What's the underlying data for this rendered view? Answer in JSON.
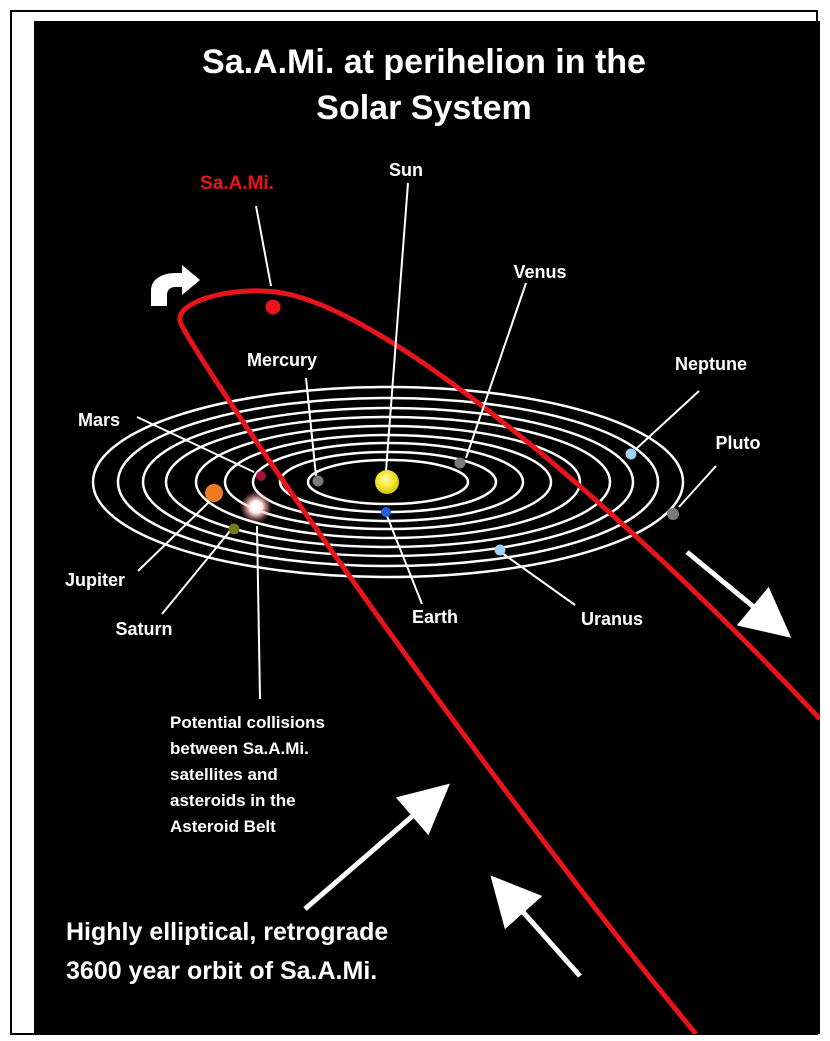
{
  "title": {
    "line1": "Sa.A.Mi. at perihelion in the",
    "line2": "Solar System"
  },
  "labels": {
    "samiName": "Sa.A.Mi.",
    "sun": "Sun",
    "venus": "Venus",
    "mercury": "Mercury",
    "neptune": "Neptune",
    "mars": "Mars",
    "pluto": "Pluto",
    "jupiter": "Jupiter",
    "saturn": "Saturn",
    "earth": "Earth",
    "uranus": "Uranus"
  },
  "collision_note": [
    "Potential collisions",
    "between Sa.A.Mi.",
    "satellites and",
    "asteroids in the",
    "Asteroid Belt"
  ],
  "caption": {
    "line1": "Highly elliptical, retrograde",
    "line2": "3600 year orbit of Sa.A.Mi."
  },
  "colors": {
    "background": "#000000",
    "orbitRings": "#ffffff",
    "samiOrbit": "#e8141b",
    "samiLabel": "#e8141b",
    "sun": "#f2e52a",
    "earth": "#1e5fe0",
    "jupiter": "#f07a21",
    "mars": "#a0143a",
    "saturn": "#7a7a1c",
    "uranus": "#9fd0f5",
    "neptune": "#9fd0f5",
    "mercury": "#7a7a7a",
    "venus": "#7a7a7a",
    "pluto": "#7a7a7a"
  }
}
